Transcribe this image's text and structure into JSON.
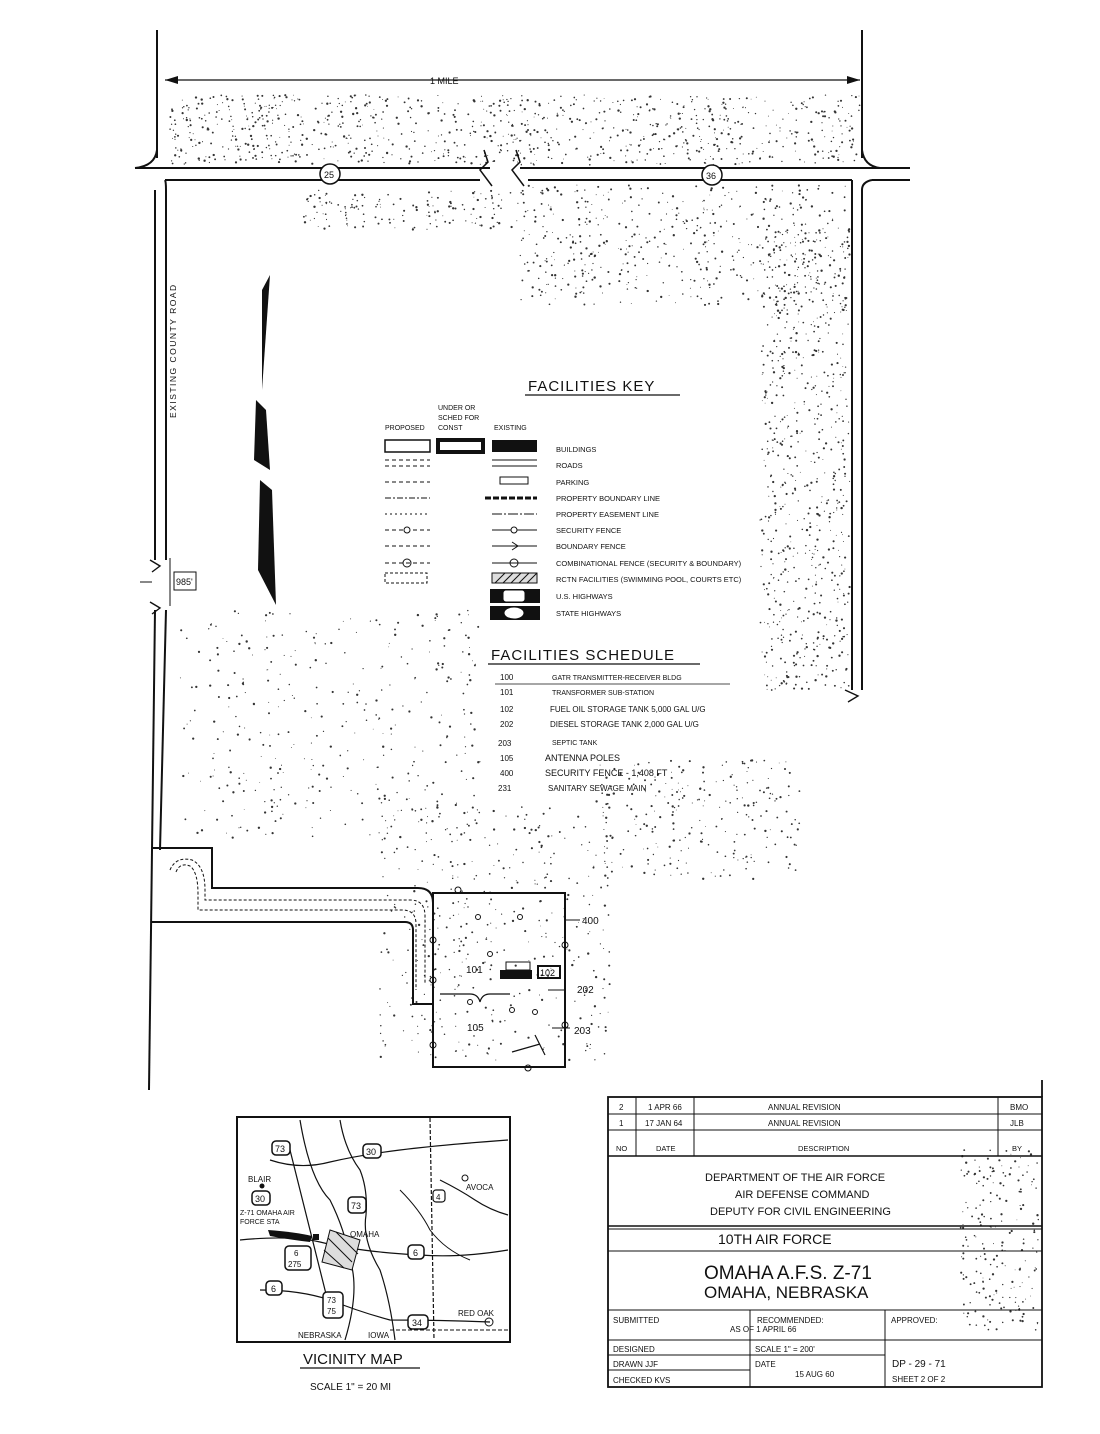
{
  "site_plan": {
    "top_dimension": "1 MILE",
    "route_markers": [
      "25",
      "36"
    ],
    "side_road_label": "EXISTING COUNTY ROAD",
    "side_dimension": "985'"
  },
  "facilities_key": {
    "title": "FACILITIES KEY",
    "column_headers": {
      "proposed": "PROPOSED",
      "under_sched": [
        "UNDER OR",
        "SCHED FOR",
        "CONST"
      ],
      "existing": "EXISTING"
    },
    "items": [
      "BUILDINGS",
      "ROADS",
      "PARKING",
      "PROPERTY BOUNDARY LINE",
      "PROPERTY EASEMENT LINE",
      "SECURITY FENCE",
      "BOUNDARY FENCE",
      "COMBINATIONAL FENCE (SECURITY & BOUNDARY)",
      "RCTN FACILITIES (SWIMMING POOL, COURTS ETC)",
      "U.S. HIGHWAYS",
      "STATE HIGHWAYS"
    ]
  },
  "facilities_schedule": {
    "title": "FACILITIES SCHEDULE",
    "rows": [
      {
        "no": "100",
        "desc": "GATR TRANSMITTER-RECEIVER BLDG"
      },
      {
        "no": "101",
        "desc": "TRANSFORMER SUB-STATION"
      },
      {
        "no": "102",
        "desc": "FUEL OIL STORAGE TANK 5,000 GAL U/G"
      },
      {
        "no": "202",
        "desc": "DIESEL STORAGE TANK 2,000 GAL U/G"
      },
      {
        "no": "203",
        "desc": "SEPTIC TANK"
      },
      {
        "no": "105",
        "desc": "ANTENNA POLES"
      },
      {
        "no": "400",
        "desc": "SECURITY FENCE - 1,408 FT"
      },
      {
        "no": "231",
        "desc": "SANITARY SEWAGE MAIN"
      }
    ]
  },
  "site_labels": [
    "400",
    "101",
    "102",
    "202",
    "203",
    "105"
  ],
  "vicinity_map": {
    "title": "VICINITY MAP",
    "scale": "SCALE 1\" = 20 MI",
    "places": {
      "blair": "BLAIR",
      "station": "Z-71 OMAHA AIR",
      "station2": "FORCE STA",
      "omaha": "OMAHA",
      "avoca": "AVOCA",
      "red_oak": "RED OAK",
      "nebraska": "NEBRASKA",
      "iowa": "IOWA"
    },
    "shields": [
      "73",
      "30",
      "30",
      "73",
      "6",
      "275",
      "6",
      "6",
      "73",
      "75",
      "34",
      "4"
    ]
  },
  "title_block": {
    "revisions": [
      {
        "no": "2",
        "date": "1 APR 66",
        "desc": "ANNUAL REVISION",
        "by": "BMO"
      },
      {
        "no": "1",
        "date": "17 JAN 64",
        "desc": "ANNUAL REVISION",
        "by": "JLB"
      }
    ],
    "rev_headers": {
      "no": "NO",
      "date": "DATE",
      "desc": "DESCRIPTION",
      "by": "BY"
    },
    "department": "DEPARTMENT OF THE AIR FORCE",
    "command": "AIR DEFENSE COMMAND",
    "deputy": "DEPUTY FOR CIVIL ENGINEERING",
    "unit": "10TH AIR FORCE",
    "site": "OMAHA A.F.S. Z-71",
    "location": "OMAHA, NEBRASKA",
    "as_of": "AS OF 1 APRIL 66",
    "submitted": "SUBMITTED",
    "recommended": "RECOMMENDED:",
    "approved": "APPROVED:",
    "designed": "DESIGNED",
    "scale": "SCALE 1\" = 200'",
    "drawn": "DRAWN  JJF",
    "date_label": "DATE",
    "date": "15 AUG 60",
    "checked": "CHECKED KVS",
    "drawing_no": "DP - 29 - 71",
    "sheet": "SHEET 2 OF 2"
  },
  "colors": {
    "ink": "#111111",
    "paper": "#ffffff"
  }
}
